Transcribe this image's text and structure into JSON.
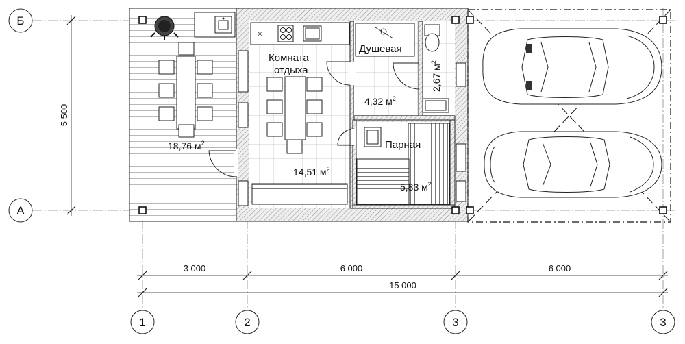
{
  "axes": {
    "rows": [
      {
        "id": "axis-b",
        "label": "Б"
      },
      {
        "id": "axis-a",
        "label": "А"
      }
    ],
    "cols": [
      {
        "id": "axis-1",
        "label": "1"
      },
      {
        "id": "axis-2",
        "label": "2"
      },
      {
        "id": "axis-3a",
        "label": "3"
      },
      {
        "id": "axis-3b",
        "label": "3"
      }
    ]
  },
  "dimensions": {
    "vertical": "5 500",
    "seg1": "3 000",
    "seg2": "6 000",
    "seg3": "6 000",
    "total": "15 000"
  },
  "rooms": {
    "terrace": {
      "area": "18,76 м",
      "sup": "2"
    },
    "lounge": {
      "name_line1": "Комната",
      "name_line2": "отдыха",
      "area": "14,51 м",
      "sup": "2"
    },
    "shower": {
      "name": "Душевая",
      "area": "2,67 м",
      "sup": "2"
    },
    "hall": {
      "area": "4,32 м",
      "sup": "2"
    },
    "sauna": {
      "name": "Парная",
      "area": "5,83 м",
      "sup": "2"
    }
  }
}
